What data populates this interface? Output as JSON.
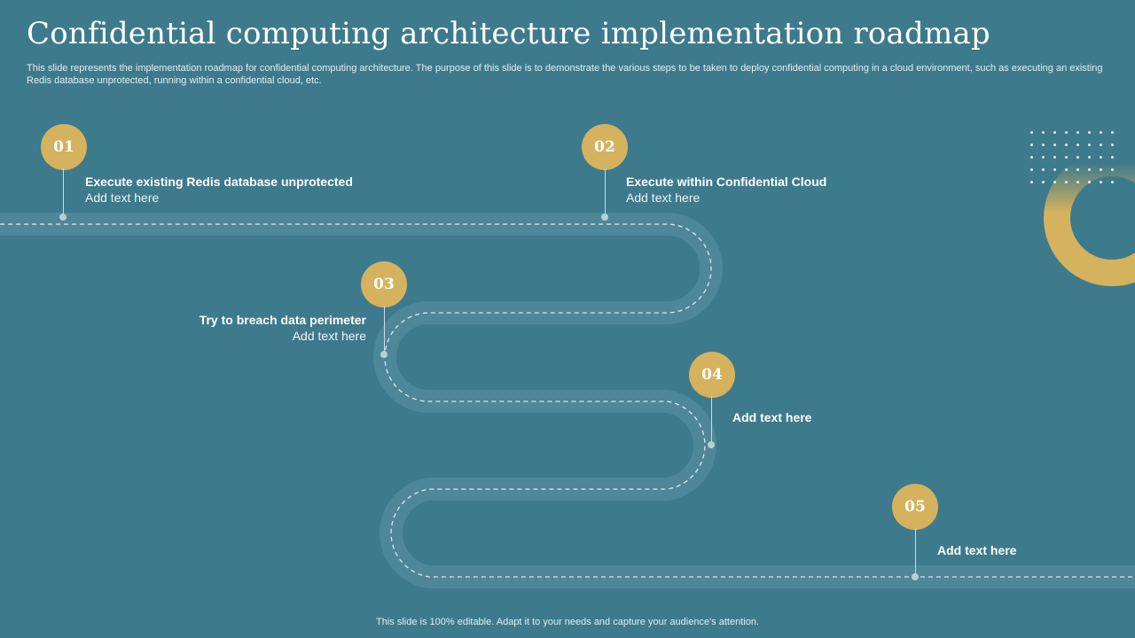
{
  "slide": {
    "title": "Confidential computing architecture implementation roadmap",
    "subtitle": "This slide represents the implementation roadmap for confidential computing architecture. The purpose of this slide is to demonstrate the various steps to be taken to deploy confidential computing in a cloud environment, such as executing an existing Redis database unprotected, running within a confidential cloud, etc.",
    "footer": "This slide is 100% editable. Adapt it to your needs and capture your audience's attention."
  },
  "steps": [
    {
      "number": "01",
      "heading": "Execute existing Redis database unprotected",
      "body": "Add text here"
    },
    {
      "number": "02",
      "heading": "Execute within Confidential Cloud",
      "body": "Add text here"
    },
    {
      "number": "03",
      "heading": "Try to breach data perimeter",
      "body": "Add text here"
    },
    {
      "number": "04",
      "heading": "Add  text here",
      "body": ""
    },
    {
      "number": "05",
      "heading": "Add  text here",
      "body": ""
    }
  ],
  "colors": {
    "background": "#3d7a8c",
    "accent_gold": "#d5b25e",
    "road": "#4d8798",
    "text": "#ffffff"
  }
}
